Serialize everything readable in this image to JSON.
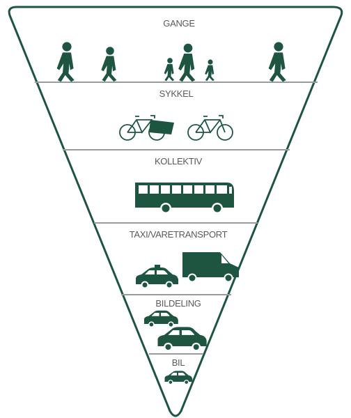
{
  "diagram": {
    "levels": [
      {
        "label": "GANGE"
      },
      {
        "label": "SYKKEL"
      },
      {
        "label": "KOLLEKTIV"
      },
      {
        "label": "TAXI/VARETRANSPORT"
      },
      {
        "label": "BILDELING"
      },
      {
        "label": "BIL"
      }
    ]
  },
  "icons": [
    "walking-person-icon",
    "walking-person-icon",
    "walking-child-icon",
    "walking-person-icon",
    "walking-child-icon",
    "walking-person-icon",
    "cargo-bicycle-icon",
    "bicycle-icon",
    "bus-icon",
    "taxi-icon",
    "delivery-van-icon",
    "shared-car-icon",
    "shared-car-icon",
    "car-icon"
  ],
  "colors": {
    "icon": "#1e5540",
    "outline": "#1e5540",
    "divider": "#9a9a9a",
    "text": "#5a5a5a",
    "background": "#ffffff"
  }
}
